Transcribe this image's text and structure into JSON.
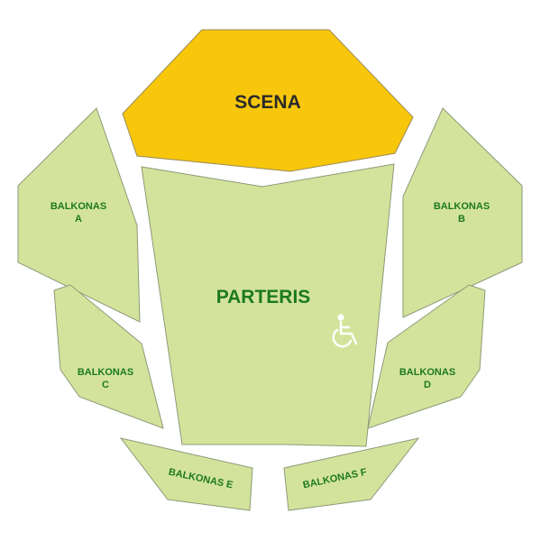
{
  "stage": {
    "label": "SCENA"
  },
  "sections": {
    "parteris": {
      "label": "PARTERIS"
    },
    "balkonas_a": {
      "line1": "BALKONAS",
      "line2": "A"
    },
    "balkonas_b": {
      "line1": "BALKONAS",
      "line2": "B"
    },
    "balkonas_c": {
      "line1": "BALKONAS",
      "line2": "C"
    },
    "balkonas_d": {
      "line1": "BALKONAS",
      "line2": "D"
    },
    "balkonas_e": {
      "label": "BALKONAS E"
    },
    "balkonas_f": {
      "label": "BALKONAS F"
    }
  },
  "icons": {
    "accessibility": "wheelchair-icon"
  },
  "colors": {
    "stage": "#f8c70c",
    "section": "#d4e39c",
    "label": "#1c7a1d",
    "stage_label": "#2a2a2a"
  }
}
